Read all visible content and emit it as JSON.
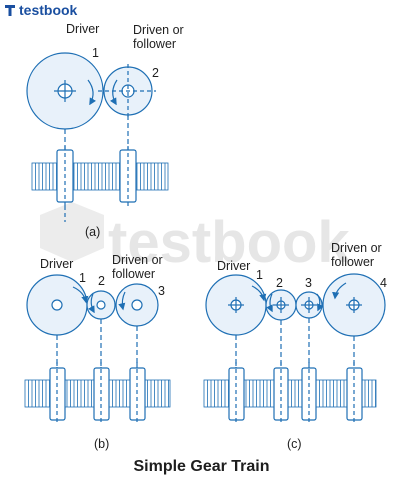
{
  "brand": {
    "name": "testbook",
    "icon": "testbook-logo-icon",
    "color": "#1a4fa0"
  },
  "watermark": {
    "text": "testbook",
    "color": "#e6e6e6"
  },
  "colors": {
    "line": "#1e6fb4",
    "text": "#1e1e1e",
    "gear_face": "#e8f1fa"
  },
  "title": "Simple Gear Train",
  "diagrams": {
    "a": {
      "caption": "(a)",
      "driver_label": "Driver",
      "driven_label": [
        "Driven or",
        "follower"
      ],
      "gear_numbers": [
        "1",
        "2"
      ]
    },
    "b": {
      "caption": "(b)",
      "driver_label": "Driver",
      "driven_label": [
        "Driven or",
        "follower"
      ],
      "gear_numbers": [
        "1",
        "2",
        "3"
      ]
    },
    "c": {
      "caption": "(c)",
      "driver_label": "Driver",
      "driven_label": [
        "Driven or",
        "follower"
      ],
      "gear_numbers": [
        "1",
        "2",
        "3",
        "4"
      ]
    }
  }
}
